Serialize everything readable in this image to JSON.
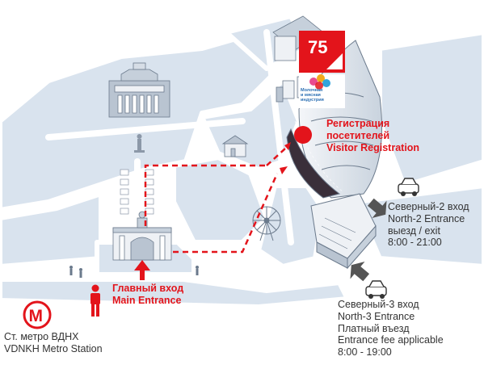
{
  "badge": {
    "number": "75",
    "color": "#e3141b"
  },
  "expo_logo": {
    "text_lines": [
      "Молочная",
      "и мясная",
      "индустрия"
    ]
  },
  "registration": {
    "lines": [
      "Регистрация",
      "посетителей",
      "Visitor Registration"
    ]
  },
  "main_entrance": {
    "lines": [
      "Главный вход",
      "Main Entrance"
    ]
  },
  "metro": {
    "letter": "M",
    "lines": [
      "Ст. метро ВДНХ",
      "VDNKH Metro Station"
    ]
  },
  "north2": {
    "lines": [
      "Северный-2 вход",
      "North-2 Entrance",
      "выезд / exit",
      "8:00 - 21:00"
    ]
  },
  "north3": {
    "lines": [
      "Северный-3 вход",
      "North-3 Entrance",
      "Платный въезд",
      "Entrance fee applicable",
      "8:00 - 19:00"
    ]
  },
  "colors": {
    "accent": "#e3141b",
    "map_fill": "#d9e3ee",
    "building": "#eef1f5",
    "outline": "#6b7a8c"
  }
}
